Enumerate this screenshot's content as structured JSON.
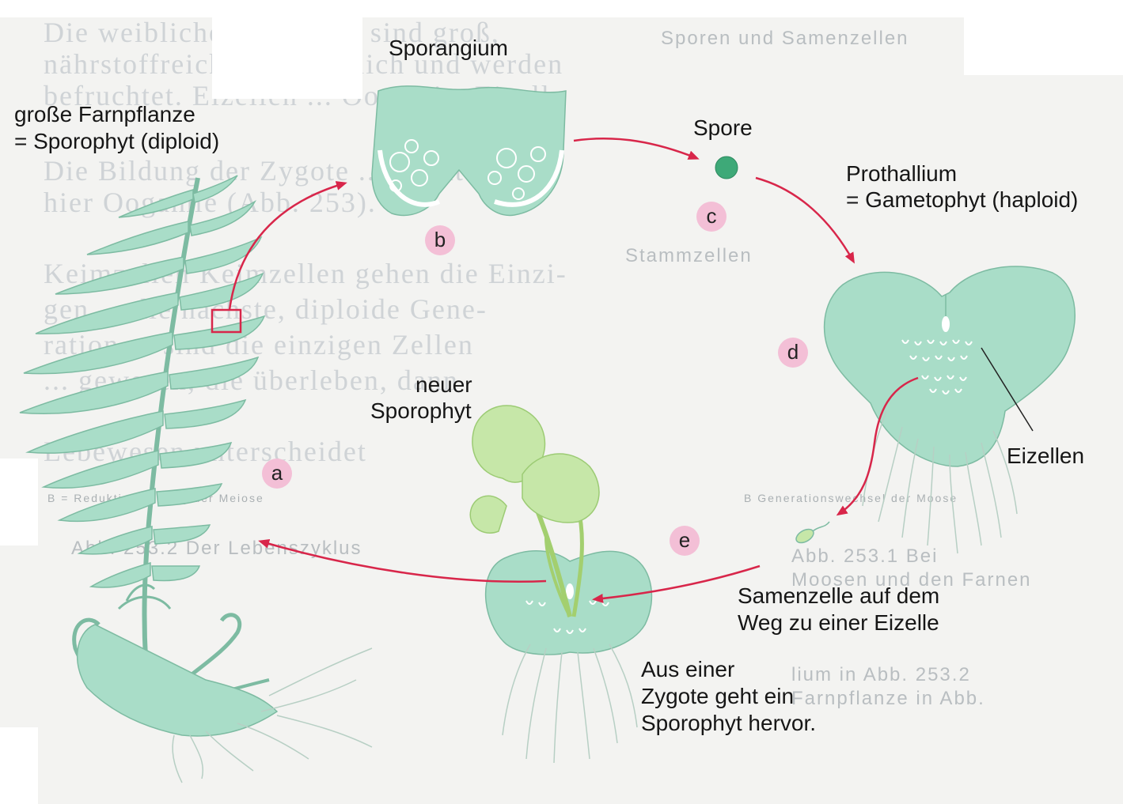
{
  "labels": {
    "sporangium": "Sporangium",
    "farn_line1": "große Farnpflanze",
    "farn_line2": "= Sporophyt (diploid)",
    "spore": "Spore",
    "prothallium_line1": "Prothallium",
    "prothallium_line2": "= Gametophyt (haploid)",
    "eizellen": "Eizellen",
    "neuer_line1": "neuer",
    "neuer_line2": "Sporophyt",
    "samenzelle_line1": "Samenzelle auf dem",
    "samenzelle_line2": "Weg zu einer Eizelle",
    "zygote_line1": "Aus einer",
    "zygote_line2": "Zygote geht ein",
    "zygote_line3": "Sporophyt hervor."
  },
  "step_letters": {
    "a": "a",
    "b": "b",
    "c": "c",
    "d": "d",
    "e": "e"
  },
  "colors": {
    "plant_fill": "#a9ddc8",
    "plant_stroke": "#7dbba2",
    "young_plant": "#c6e7a8",
    "arrow": "#d8264a",
    "letter_badge": "#f3bfd6"
  }
}
